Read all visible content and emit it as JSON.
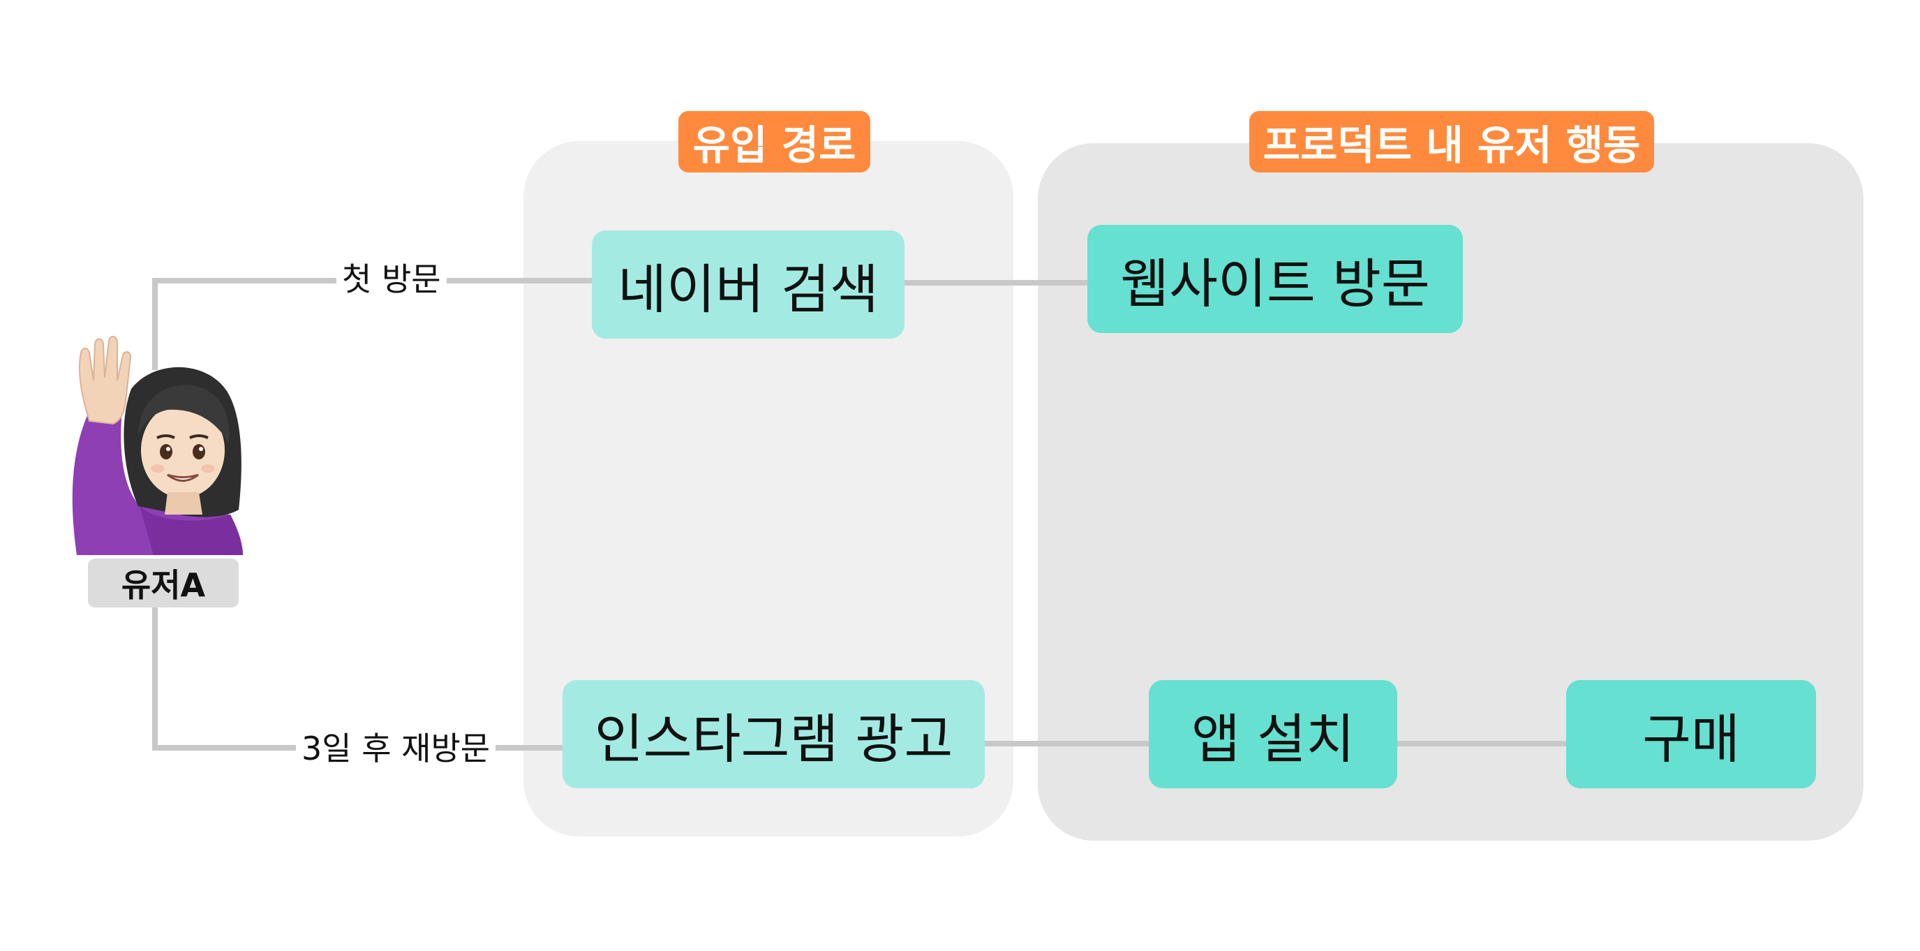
{
  "panels": {
    "entry_title": "유입 경로",
    "product_title": "프로덕트 내 유저 행동"
  },
  "user": {
    "label": "유저A",
    "icon": "person-raising-hand-icon"
  },
  "edges": {
    "first_visit": "첫 방문",
    "return_visit": "3일 후 재방문"
  },
  "nodes": {
    "naver_search": "네이버 검색",
    "instagram_ad": "인스타그램 광고",
    "website_visit": "웹사이트 방문",
    "app_install": "앱 설치",
    "purchase": "구매"
  },
  "colors": {
    "header_tag": "#ff8a3d",
    "entry_node": "#a3ebe2",
    "product_node": "#66e0d0",
    "entry_panel": "#f0f0f0",
    "product_panel": "#e6e6e6",
    "connector": "#c8c8c8"
  }
}
